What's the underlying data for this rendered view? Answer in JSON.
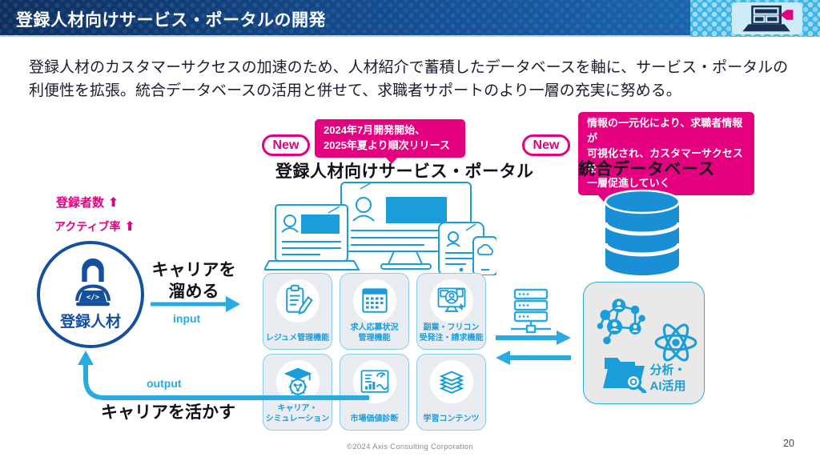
{
  "header": {
    "title": "登録人材向けサービス・ポータルの開発"
  },
  "intro": "登録人材のカスタマーサクセスの加速のため、人材紹介で蓄積したデータベースを軸に、サービス・ポータルの利便性を拡張。統合データベースの活用と併せて、求職者サポートのより一層の充実に努める。",
  "portal": {
    "new_badge": "New",
    "callout_lines": [
      "2024年7月開発開始、",
      "2025年夏より順次リリース"
    ],
    "heading": "登録人材向けサービス・ポータル",
    "features": [
      [
        "レジュメ管理機能",
        ""
      ],
      [
        "求人応募状況",
        "管理機能"
      ],
      [
        "副業・フリコン",
        "受発注・請求機能"
      ],
      [
        "キャリア・",
        "シミュレーション"
      ],
      [
        "市場価値診断",
        ""
      ],
      [
        "学習コンテンツ",
        ""
      ]
    ]
  },
  "database": {
    "new_badge": "New",
    "callout_lines": [
      "情報の一元化により、求職者情報が",
      "可視化され、カスタマーサクセスを",
      "一層促進していく"
    ],
    "heading": "統合データベース",
    "analysis_lines": [
      "分析・",
      "AI活用"
    ]
  },
  "talent": {
    "up_arrow": "⬆",
    "stats": [
      {
        "label": "登録者数"
      },
      {
        "label": "アクティブ率"
      }
    ],
    "circle_label": "登録人材",
    "grow_lines": [
      "キャリアを",
      "溜める"
    ],
    "input_label": "input",
    "output_label": "output",
    "use_caption": "キャリアを活かす"
  },
  "footer": {
    "copyright": "©2024 Axis Consulting Corporation",
    "page_number": "20"
  },
  "colors": {
    "pink": "#e4007f",
    "blue": "#29abe2",
    "dark_blue": "#1450a0",
    "icon_blue": "#1b9dd9",
    "db_blue": "#1b8fd6",
    "text_dark": "#1c1c2e"
  }
}
